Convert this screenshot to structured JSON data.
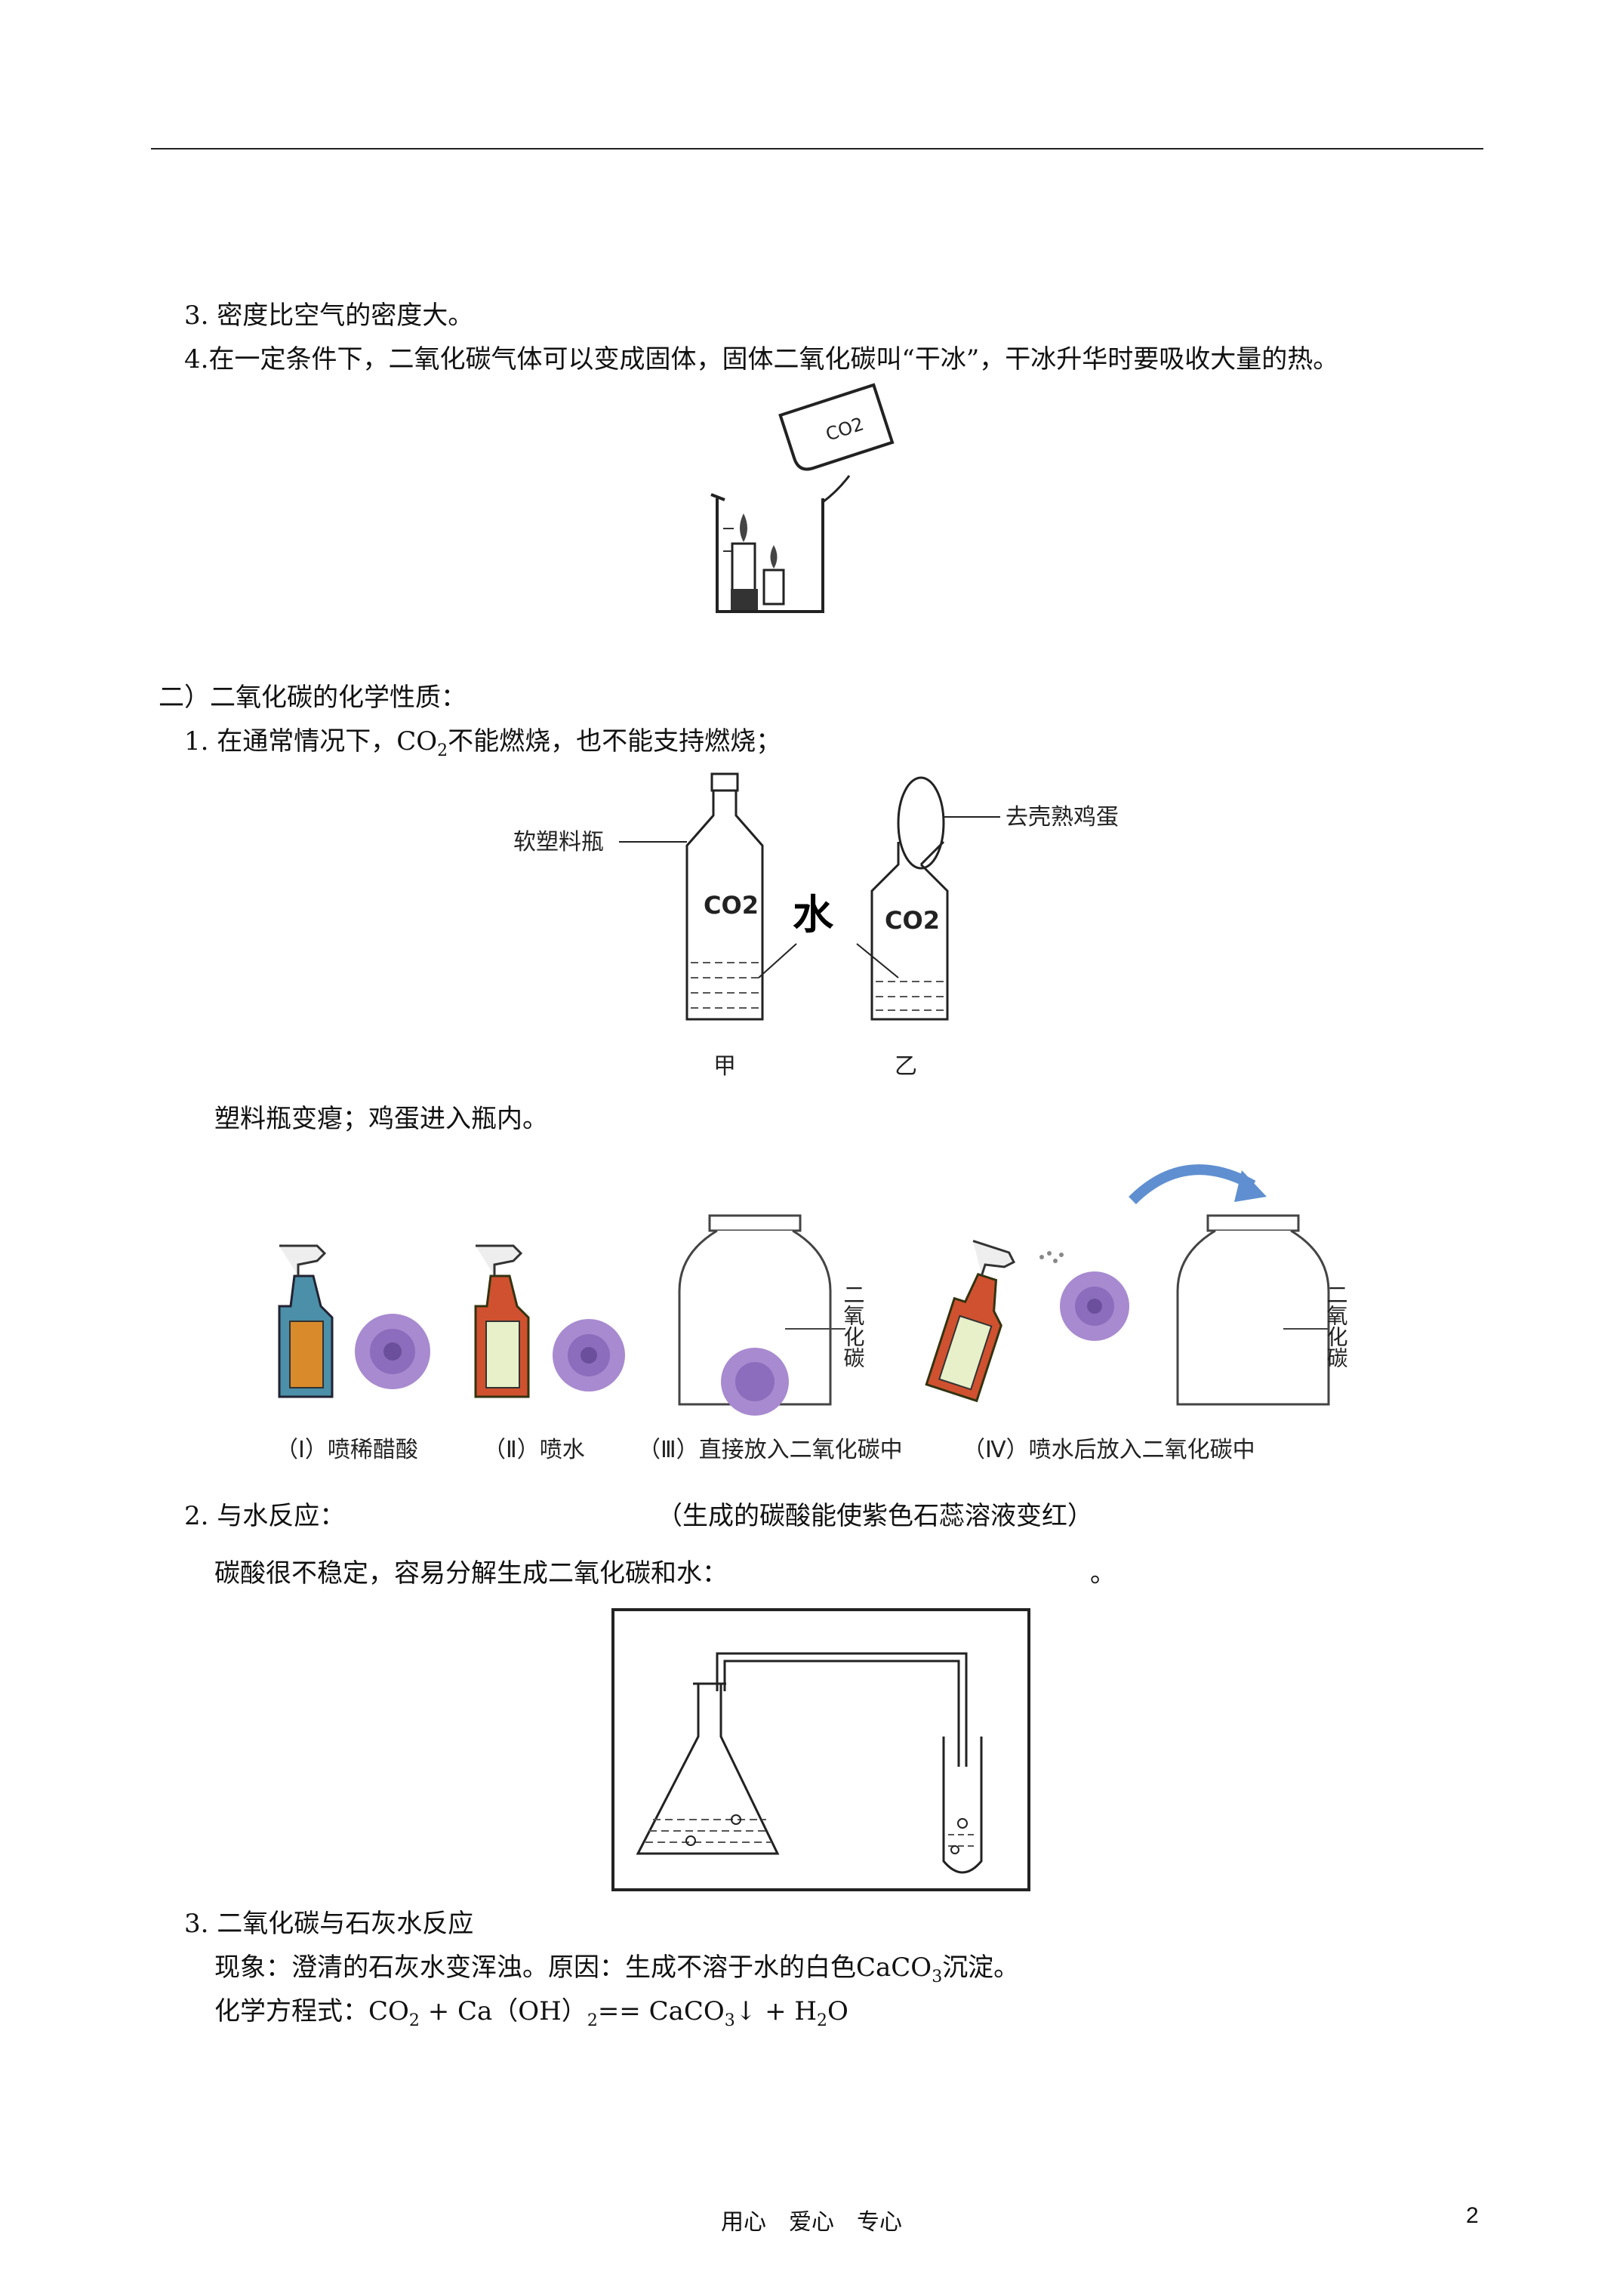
{
  "section_one": {
    "item3": "3.  密度比空气的密度大。",
    "item4": "4.在一定条件下，二氧化碳气体可以变成固体，固体二氧化碳叫“干冰”，干冰升华时要吸收大量的热。",
    "fig_beaker_label": "CO2"
  },
  "section_two": {
    "heading": "二）二氧化碳的化学性质：",
    "item1_pre": "1.  在通常情况下，CO",
    "item1_sub": "2",
    "item1_post": "不能燃烧，也不能支持燃烧；",
    "fig_bottles": {
      "left_label": "软塑料瓶",
      "right_label": "去壳熟鸡蛋",
      "water_label": "水",
      "co2_left": "CO2",
      "co2_right": "CO2",
      "caption_left": "甲",
      "caption_right": "乙"
    },
    "observation": "塑料瓶变瘪；鸡蛋进入瓶内。",
    "fig_flowers": {
      "jar_label_1": "二氧化碳",
      "jar_label_2": "二氧化碳",
      "caption_1": "（Ⅰ）喷稀醋酸",
      "caption_2": "（Ⅱ）喷水",
      "caption_3": "（Ⅲ）直接放入二氧化碳中",
      "caption_4": "（Ⅳ）喷水后放入二氧化碳中"
    },
    "item2": "2.  与水反应：",
    "item2_note": "（生成的碳酸能使紫色石蕊溶液变红）",
    "item2_line2": "碳酸很不稳定，容易分解生成二氧化碳和水：",
    "item2_end": "。",
    "item3": "3.  二氧化碳与石灰水反应",
    "phenomenon_pre": "现象：澄清的石灰水变浑浊。原因：生成不溶于水的白色CaCO",
    "phenomenon_sub": "3",
    "phenomenon_post": "沉淀。",
    "equation": {
      "prefix": "化学方程式：CO",
      "sub1": "2",
      "mid": " + Ca（OH）",
      "sub2": "2",
      "mid2": "== CaCO",
      "sub3": "3",
      "suffix": "↓ + H",
      "sub4": "2",
      "end": "O"
    }
  },
  "footer": {
    "text": "用心　爱心　专心",
    "page_number": "2"
  }
}
